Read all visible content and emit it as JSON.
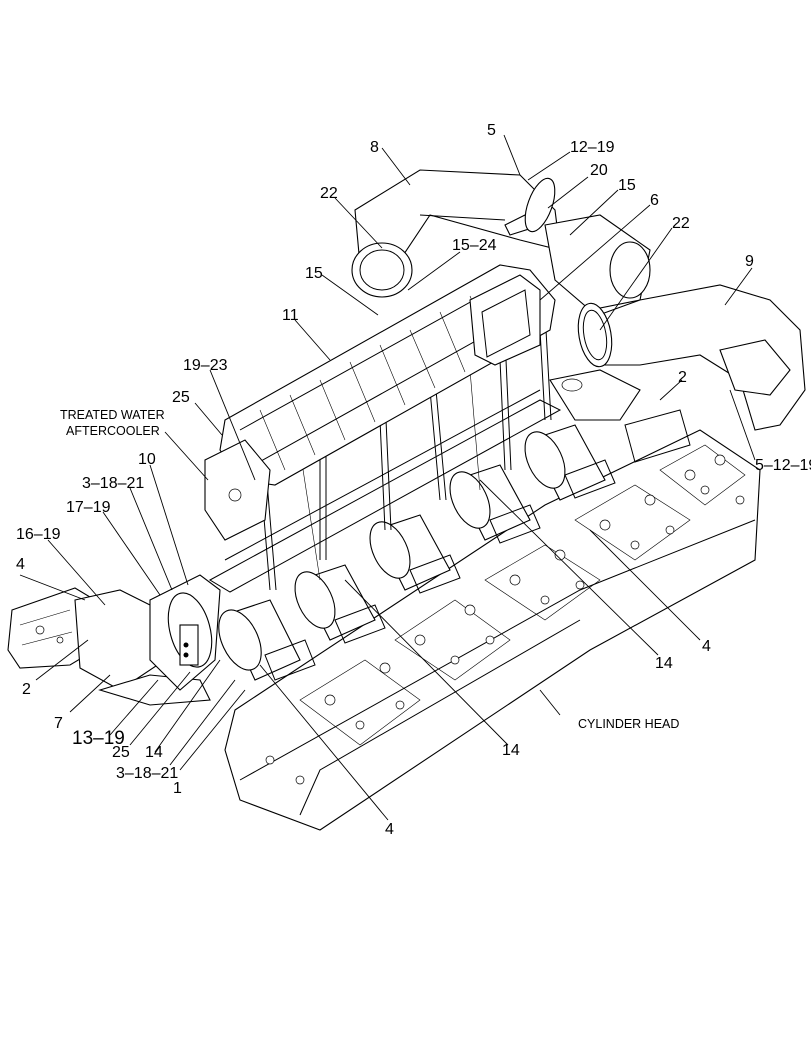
{
  "callouts": {
    "c8": "8",
    "c5": "5",
    "c12_19": "12–19",
    "c20": "20",
    "c15_top": "15",
    "c6": "6",
    "c22_left": "22",
    "c22_right": "22",
    "c15_24": "15–24",
    "c15_mid": "15",
    "c9": "9",
    "c11": "11",
    "c19_23": "19–23",
    "c2_right": "2",
    "c25_top": "25",
    "c10": "10",
    "c3_18_21_top": "3–18–21",
    "c17_19": "17–19",
    "c16_19": "16–19",
    "c4_left": "4",
    "c5_12_19": "5–12–19",
    "c2_left": "2",
    "c7": "7",
    "c13_19": "13–19",
    "c25_bottom": "25",
    "c14_a": "14",
    "c3_18_21_bottom": "3–18–21",
    "c1": "1",
    "c4_mid": "4",
    "c14_b": "14",
    "c14_c": "14",
    "c4_bottom": "4"
  },
  "labels": {
    "aftercooler_line1": "TREATED WATER",
    "aftercooler_line2": "AFTERCOOLER",
    "cylinder_head": "CYLINDER HEAD"
  },
  "colors": {
    "line": "#000000",
    "background": "#ffffff"
  }
}
